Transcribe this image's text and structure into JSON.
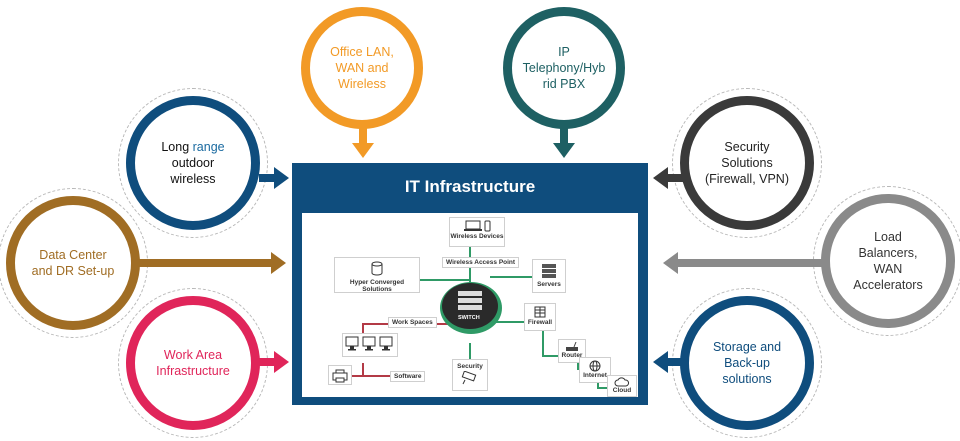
{
  "title": "IT Infrastructure",
  "nodes": {
    "office_lan": [
      "Office LAN,",
      "WAN and",
      "Wireless"
    ],
    "ip_telephony": [
      "IP",
      "Telephony/Hyb",
      "rid PBX"
    ],
    "long_range": [
      "Long ",
      "range",
      "outdoor",
      "wireless"
    ],
    "security": [
      "Security",
      "Solutions",
      "(Firewall, VPN)"
    ],
    "data_center": [
      "Data Center",
      "and DR Set-up"
    ],
    "load_balancers": [
      "Load",
      "Balancers,",
      "WAN",
      "Accelerators"
    ],
    "work_area": [
      "Work Area",
      "Infrastructure"
    ],
    "storage": [
      "Storage and",
      "Back-up",
      "solutions"
    ]
  },
  "network": {
    "wireless_devices": "Wireless Devices",
    "wireless_access_point": "Wireless Access Point",
    "hyper_converged": "Hyper Converged Solutions",
    "servers": "Servers",
    "switch": "SWITCH",
    "firewall": "Firewall",
    "work_spaces": "Work Spaces",
    "router": "Router",
    "internet": "Internet",
    "security": "Security",
    "software": "Software",
    "cloud": "Cloud"
  },
  "colors": {
    "orange": "#f29a26",
    "teal": "#1e6063",
    "navy": "#0f4d7d",
    "dark_gray": "#3a3a3a",
    "brown": "#a06d24",
    "gray": "#8a8a8a",
    "crimson": "#e0255a"
  }
}
